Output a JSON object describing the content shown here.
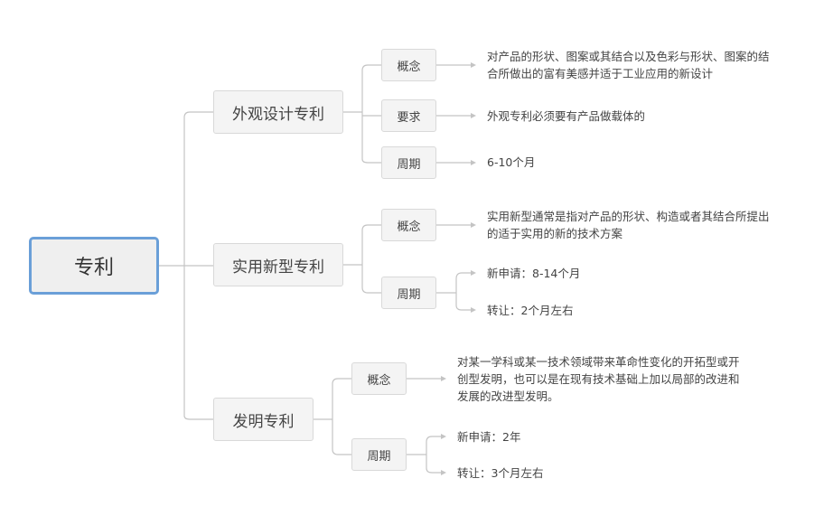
{
  "root": {
    "label": "专利"
  },
  "branches": [
    {
      "label": "外观设计专利",
      "children": [
        {
          "label": "概念",
          "leaves": [
            "对产品的形状、图案或其结合以及色彩与形状、图案的结合所做出的富有美感并适于工业应用的新设计"
          ]
        },
        {
          "label": "要求",
          "leaves": [
            "外观专利必须要有产品做载体的"
          ]
        },
        {
          "label": "周期",
          "leaves": [
            "6-10个月"
          ]
        }
      ]
    },
    {
      "label": "实用新型专利",
      "children": [
        {
          "label": "概念",
          "leaves": [
            "实用新型通常是指对产品的形状、构造或者其结合所提出的适于实用的新的技术方案"
          ]
        },
        {
          "label": "周期",
          "leaves": [
            "新申请：8-14个月",
            "转让：2个月左右"
          ]
        }
      ]
    },
    {
      "label": "发明专利",
      "children": [
        {
          "label": "概念",
          "leaves": [
            "对某一学科或某一技术领域带来革命性变化的开拓型或开创型发明，也可以是在现有技术基础上加以局部的改进和发展的改进型发明。"
          ]
        },
        {
          "label": "周期",
          "leaves": [
            "新申请：2年",
            "转让：3个月左右"
          ]
        }
      ]
    }
  ]
}
